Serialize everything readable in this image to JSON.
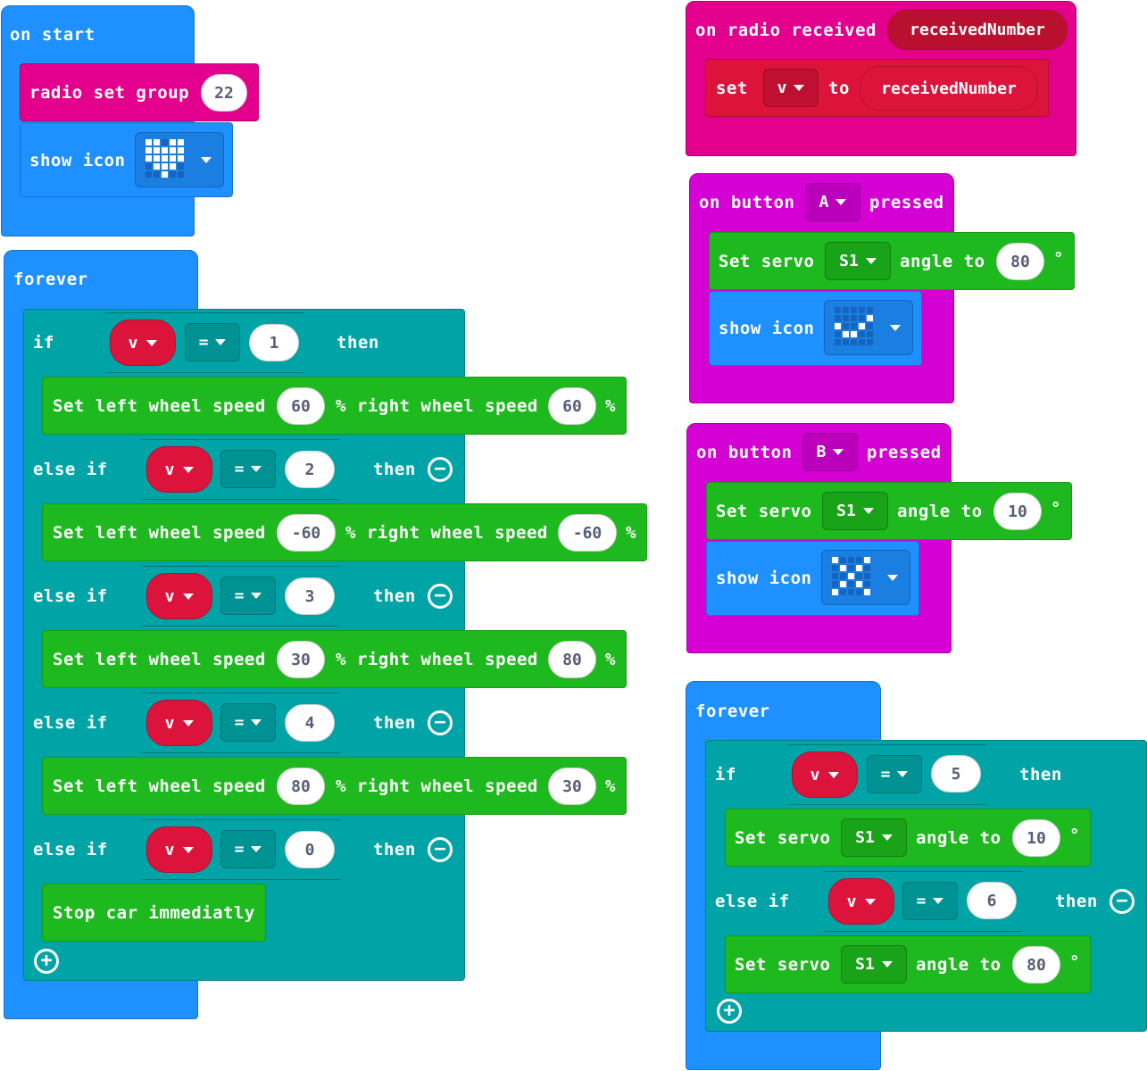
{
  "on_start": {
    "title": "on start",
    "radio_set_group": {
      "label": "radio set group",
      "value": "22"
    },
    "show_icon": {
      "label": "show icon",
      "icon": "heart-icon"
    }
  },
  "forever_left": {
    "title": "forever",
    "if_label": "if",
    "then_label": "then",
    "else_if_label": "else if",
    "var_name": "v",
    "op": "=",
    "cond_values": [
      "1",
      "2",
      "3",
      "4",
      "0"
    ],
    "set_left": "Set left wheel speed",
    "pct_right": "% right wheel speed",
    "pct": "%",
    "speeds": [
      {
        "left": "60",
        "right": "60"
      },
      {
        "left": "-60",
        "right": "-60"
      },
      {
        "left": "30",
        "right": "80"
      },
      {
        "left": "80",
        "right": "30"
      }
    ],
    "stop": "Stop car immediatly"
  },
  "on_radio": {
    "title": "on radio received",
    "param": "receivedNumber",
    "set_label": "set",
    "var_name": "v",
    "to_label": "to",
    "value": "receivedNumber"
  },
  "button_a": {
    "on_label": "on button",
    "button": "A",
    "pressed_label": "pressed",
    "servo_label": "Set servo",
    "servo": "S1",
    "angle_label": "angle to",
    "angle": "80",
    "deg": "°",
    "show_icon_label": "show icon",
    "icon": "pattern-icon-a"
  },
  "button_b": {
    "on_label": "on button",
    "button": "B",
    "pressed_label": "pressed",
    "servo_label": "Set servo",
    "servo": "S1",
    "angle_label": "angle to",
    "angle": "10",
    "deg": "°",
    "show_icon_label": "show icon",
    "icon": "pattern-icon-b"
  },
  "forever_right": {
    "title": "forever",
    "if_label": "if",
    "then_label": "then",
    "else_if_label": "else if",
    "var_name": "v",
    "op": "=",
    "cond_values": [
      "5",
      "6"
    ],
    "servo_label": "Set servo",
    "servo": "S1",
    "angle_label": "angle to",
    "angles": [
      "10",
      "80"
    ],
    "deg": "°"
  }
}
